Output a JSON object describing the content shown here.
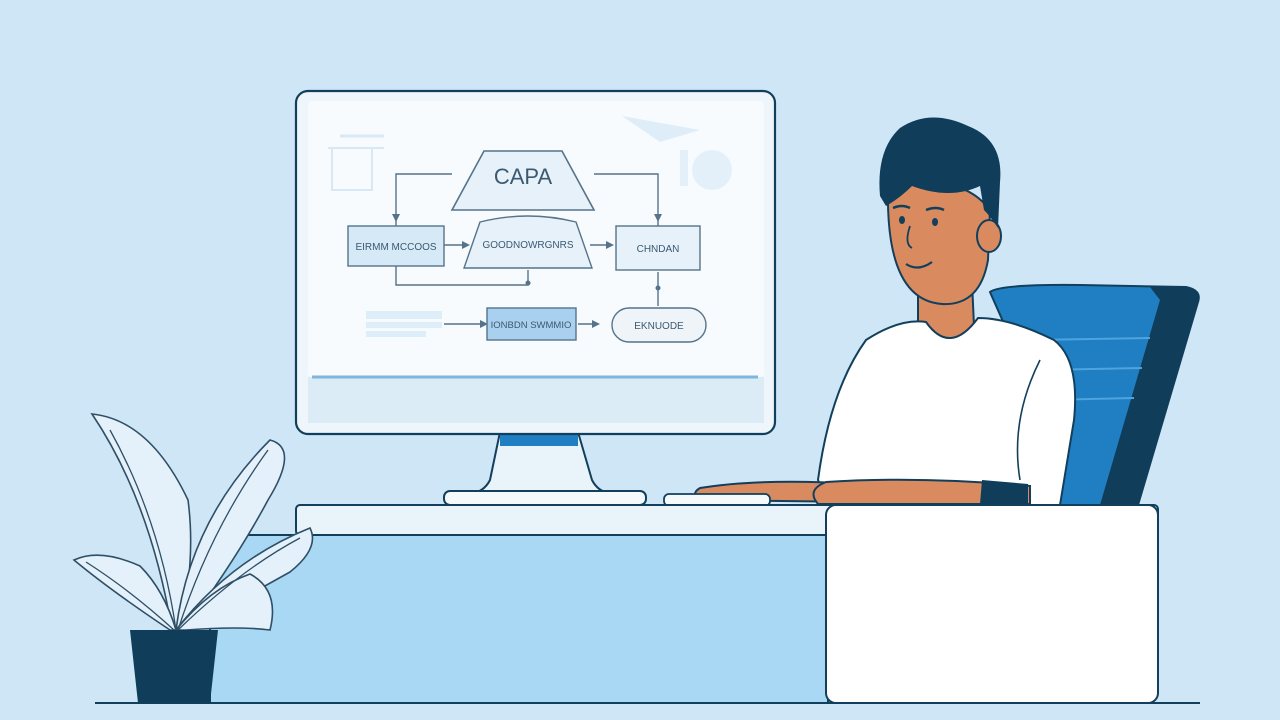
{
  "flowchart": {
    "title": "CAPA",
    "left_box": "EIRMM MCCOOS",
    "center_box": "GOODNOWRGNRS",
    "right_box": "CHNDAN",
    "bottom_box": "IONBDN SWMMIO",
    "end_node": "EKNUODE"
  },
  "colors": {
    "background": "#cfe6f7",
    "accent": "#1f7fc2",
    "outline": "#123f5c",
    "screen": "#f7fbfe",
    "skin": "#d98a5f",
    "hair": "#0f3d5a"
  }
}
